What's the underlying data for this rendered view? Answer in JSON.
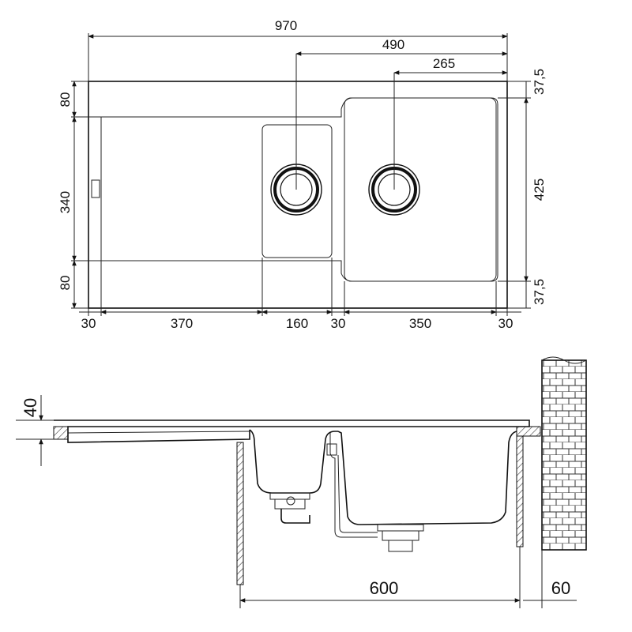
{
  "top_view": {
    "overall_width": "970",
    "to_second_drain": "490",
    "to_main_drain": "265",
    "top_offset_right": "37,5",
    "bowl_height": "425",
    "bottom_offset_right": "37,5",
    "top_margin_left": "80",
    "drainer_height": "340",
    "bottom_margin_left": "80",
    "left_rim": "30",
    "drainer_width": "370",
    "small_bowl_width": "160",
    "divider_width": "30",
    "large_bowl_width": "350",
    "right_rim": "30"
  },
  "side_view": {
    "rim_thickness": "40",
    "cabinet_width": "600",
    "wall_offset": "60"
  }
}
